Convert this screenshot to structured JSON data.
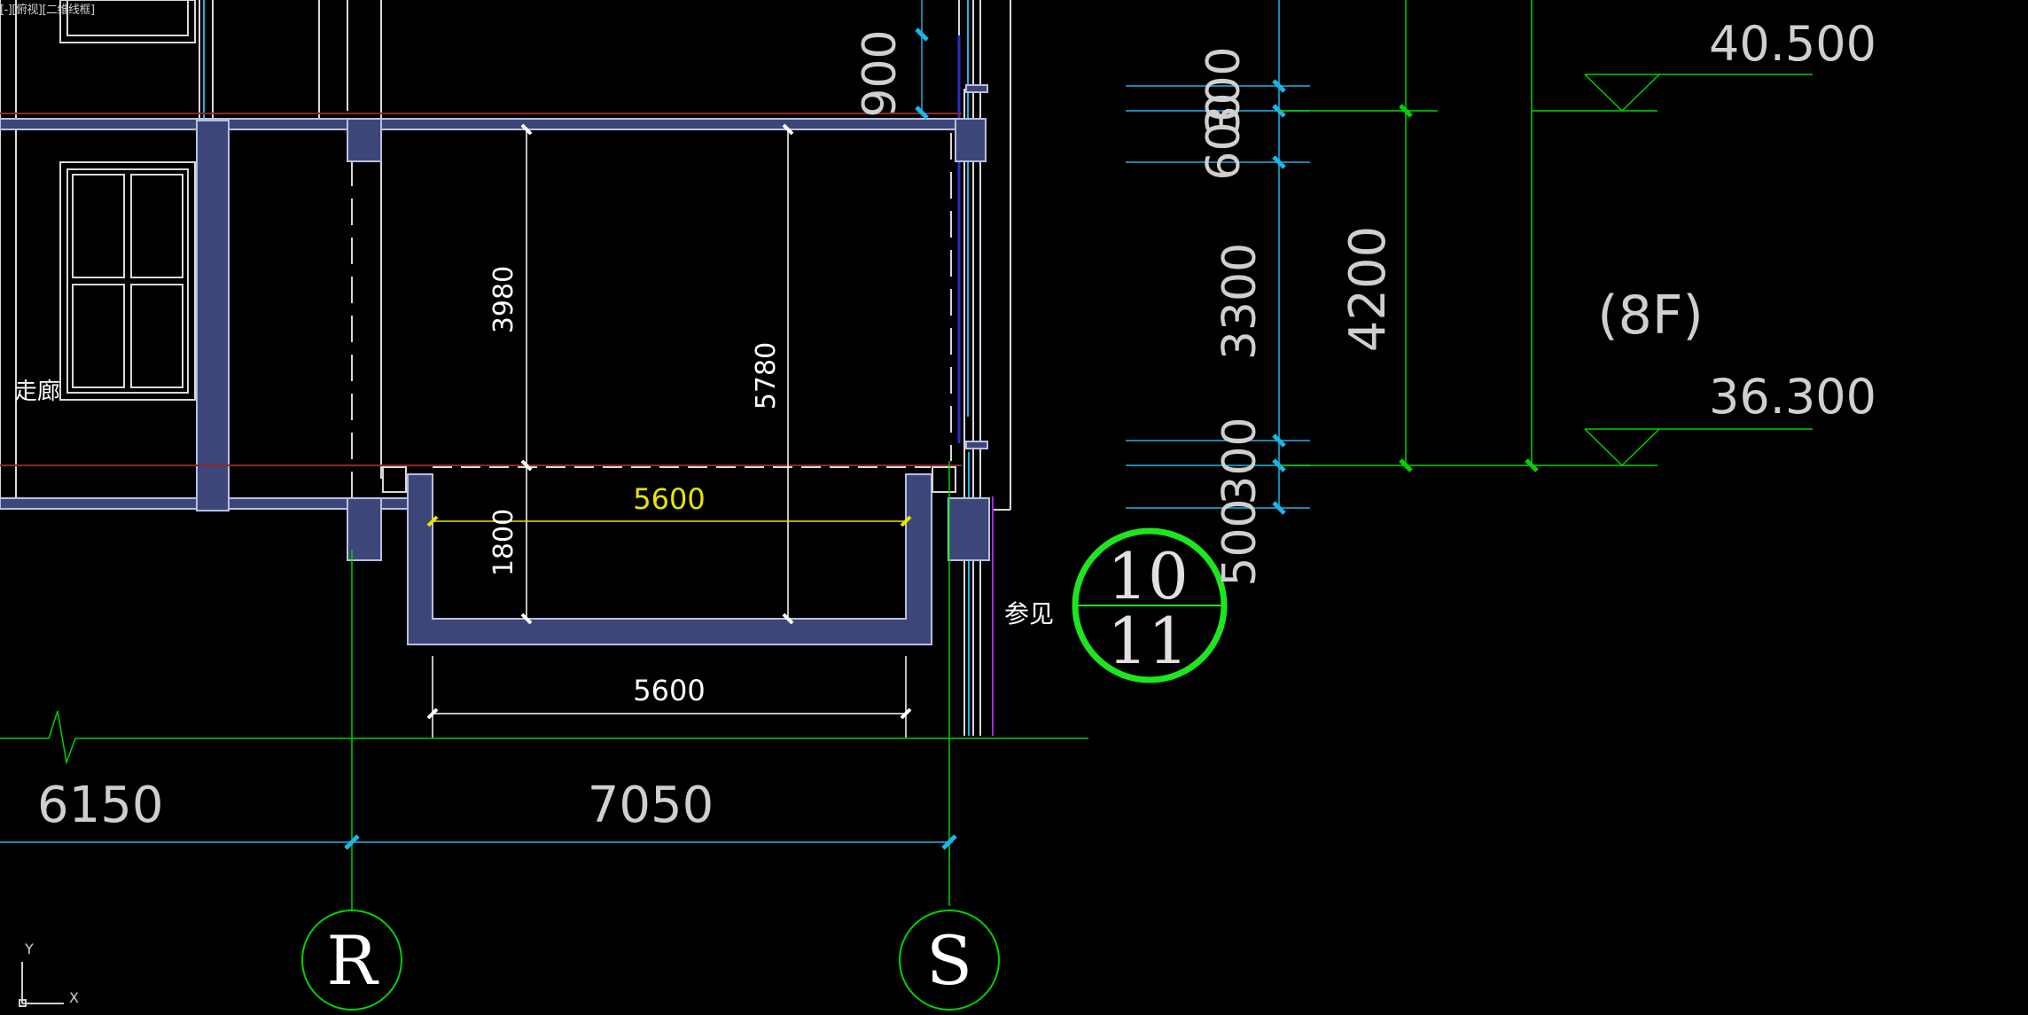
{
  "viewport": {
    "label": "[-][俯视][二维线框]"
  },
  "colors": {
    "background": "#000000",
    "dim_line": "#ffffff",
    "grid_axis": "#00ff00",
    "cyan": "#1eb4e6",
    "slab_fill": "#3c4678",
    "slab_edge": "#b9bfe0",
    "yellow_dim": "#e6e600",
    "red_line": "#8c2828",
    "callout_circle": "#1ee61e"
  },
  "plan": {
    "room_label": "走廊",
    "dim_vertical_left_upper": "3980",
    "dim_vertical_left_lower": "1800",
    "dim_vertical_right": "5780",
    "dim_slab_inner_width": "5600",
    "dim_slab_outer_width": "5600",
    "dim_bay_left": "6150",
    "dim_bay_main": "7050",
    "axis_left": "R",
    "axis_right": "S",
    "note": "参见",
    "detail_callout": {
      "top": "10",
      "bottom": "11"
    }
  },
  "section": {
    "dim_top": "900",
    "stack_segments": [
      "300",
      "600",
      "3300",
      "300",
      "500"
    ],
    "story_height": "4200",
    "elev_upper": "40.500",
    "elev_lower": "36.300",
    "floor_label": "(8F)"
  },
  "ucs": {
    "y_label": "Y",
    "x_label": "X"
  }
}
